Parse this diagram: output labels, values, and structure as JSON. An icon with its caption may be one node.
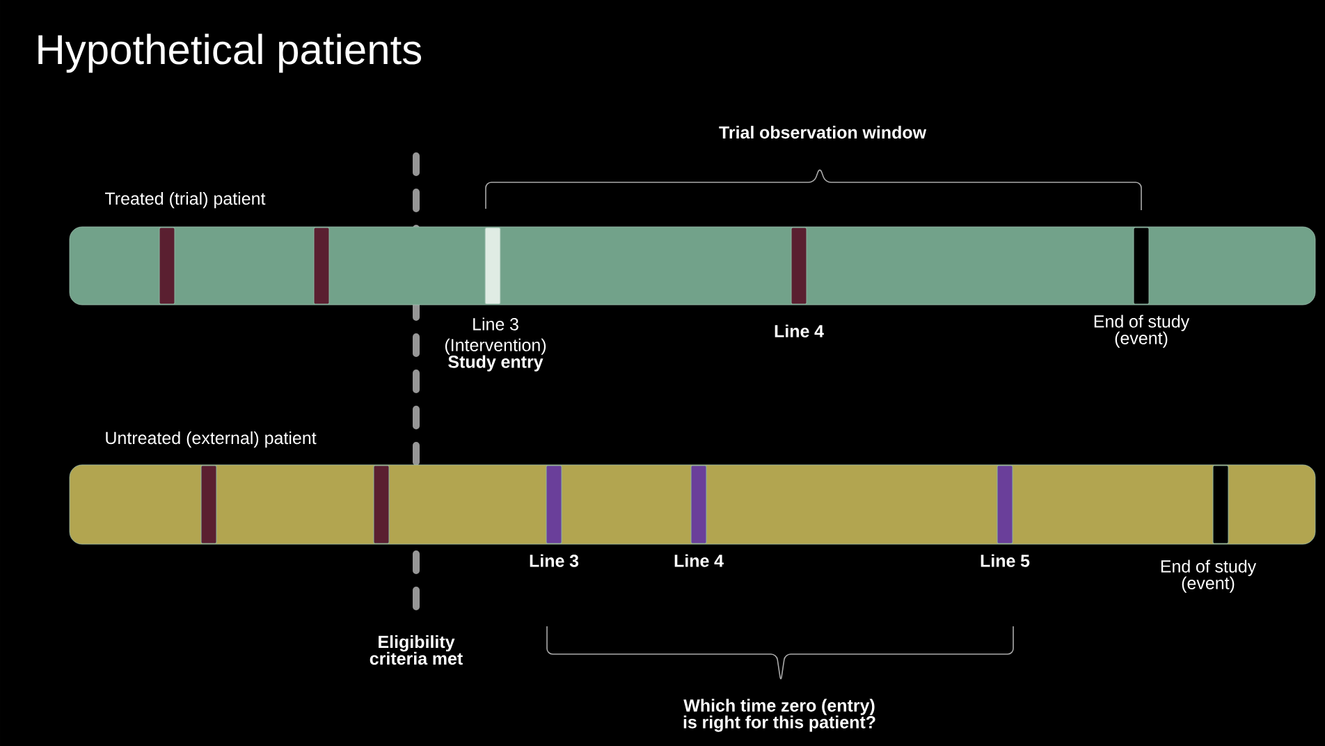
{
  "diagram": {
    "title": "Hypothetical patients",
    "nodes": [
      {
        "text": [
          "Treated (trial) patient"
        ]
      },
      {
        "text": [],
        "shape": "bar",
        "in": 0
      },
      {
        "text": [],
        "shape": "bar",
        "in": 0
      },
      {
        "text": [],
        "shape": "bar",
        "in": 0,
        "beside": [
          "Line 3 (Intervention)",
          "Study entry"
        ]
      },
      {
        "text": [],
        "shape": "bar",
        "in": 0,
        "beside": [
          "Line 4"
        ]
      },
      {
        "text": [],
        "shape": "bar",
        "in": 0,
        "beside": [
          "End of study (event)"
        ]
      },
      {
        "text": [
          "Untreated (external) patient"
        ]
      },
      {
        "text": [],
        "shape": "bar",
        "in": 6
      },
      {
        "text": [],
        "shape": "bar",
        "in": 6
      },
      {
        "text": [],
        "shape": "bar",
        "in": 6,
        "beside": [
          "Line 3"
        ]
      },
      {
        "text": [],
        "shape": "bar",
        "in": 6,
        "beside": [
          "Line 4"
        ]
      },
      {
        "text": [],
        "shape": "bar",
        "in": 6,
        "beside": [
          "Line 5"
        ]
      },
      {
        "text": [],
        "shape": "bar",
        "in": 6,
        "beside": [
          "End of study (event)"
        ]
      }
    ],
    "labels": [
      "Trial observation window",
      "Eligibility criteria met",
      "Which time zero (entry) is right for this patient?"
    ]
  }
}
